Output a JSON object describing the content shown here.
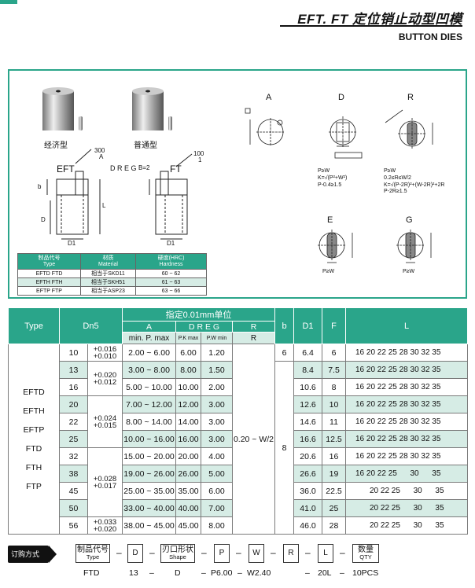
{
  "header": {
    "title": "EFT. FT 定位销止动型凹模",
    "subtitle": "BUTTON DIES"
  },
  "diagram": {
    "product_labels": [
      "经济型",
      "普通型"
    ],
    "eft_label": "EFT",
    "ft_label": "FT",
    "dreg": "D R E G",
    "eft_angle_top": "300",
    "eft_angle_sub": "A",
    "ft_angle_top": "100",
    "ft_angle_sub": "1",
    "b": "b",
    "b_eq2": "B=2",
    "l_dim": "L",
    "d_dim": "D",
    "d1": "D1",
    "shape_letters": [
      "A",
      "D",
      "R",
      "E",
      "G"
    ],
    "notes_d": [
      "P≥W",
      "K=√(P²+W²)",
      "P-0.4≥1.5"
    ],
    "notes_r": [
      "P≥W",
      "0.2≤R≤W/2",
      "K=√(P-2R)²+(W-2R)²+2R",
      "P-2R≥1.5"
    ],
    "notes_e": [
      "P≥W"
    ],
    "notes_g": [
      "P≥W"
    ]
  },
  "materials": {
    "headers": [
      [
        "制品代号",
        "Type"
      ],
      [
        "材质",
        "Material"
      ],
      [
        "硬度(HRC)",
        "Hardness"
      ]
    ],
    "rows": [
      [
        "EFTD FTD",
        "相当于SKD11",
        "60 ~ 62"
      ],
      [
        "EFTH FTH",
        "相当于SKH51",
        "61 ~ 63"
      ],
      [
        "EFTP FTP",
        "相当于ASP23",
        "63 ~ 66"
      ]
    ]
  },
  "spec": {
    "h_type": "Type",
    "h_dn5": "Dn5",
    "h_unit": "指定0.01mm单位",
    "h_a": "A",
    "h_dreg": "D R E G",
    "h_r": "R",
    "h_b": "b",
    "h_d1": "D1",
    "h_f": "F",
    "h_l": "L",
    "h_minpmax": "min. P. max",
    "h_pkmax": "P.K max",
    "h_pwmin": "P.W min",
    "h_r2": "R",
    "types": [
      "EFTD",
      "EFTH",
      "EFTP",
      "FTD",
      "FTH",
      "FTP"
    ],
    "r_range": "0.20 ~ W/2",
    "b_values": [
      "6",
      "8"
    ],
    "tolerances": [
      [
        "+0.016",
        "+0.010"
      ],
      [
        "+0.020",
        "+0.012"
      ],
      [
        "+0.024",
        "+0.015"
      ],
      [
        "+0.028",
        "+0.017"
      ],
      [
        "+0.033",
        "+0.020"
      ]
    ],
    "rows": [
      {
        "dn5": "10",
        "a": "2.00 ~ 6.00",
        "pk": "6.00",
        "pw": "1.20",
        "d1": "6.4",
        "f": "6",
        "l": "16 20 22 25 28 30 32 35"
      },
      {
        "dn5": "13",
        "a": "3.00 ~ 8.00",
        "pk": "8.00",
        "pw": "1.50",
        "d1": "8.4",
        "f": "7.5",
        "l": "16 20 22 25 28 30 32 35"
      },
      {
        "dn5": "16",
        "a": "5.00 ~ 10.00",
        "pk": "10.00",
        "pw": "2.00",
        "d1": "10.6",
        "f": "8",
        "l": "16 20 22 25 28 30 32 35"
      },
      {
        "dn5": "20",
        "a": "7.00 ~ 12.00",
        "pk": "12.00",
        "pw": "3.00",
        "d1": "12.6",
        "f": "10",
        "l": "16 20 22 25 28 30 32 35"
      },
      {
        "dn5": "22",
        "a": "8.00 ~ 14.00",
        "pk": "14.00",
        "pw": "3.00",
        "d1": "14.6",
        "f": "11",
        "l": "16 20 22 25 28 30 32 35"
      },
      {
        "dn5": "25",
        "a": "10.00 ~ 16.00",
        "pk": "16.00",
        "pw": "3.00",
        "d1": "16.6",
        "f": "12.5",
        "l": "16 20 22 25 28 30 32 35"
      },
      {
        "dn5": "32",
        "a": "15.00 ~ 20.00",
        "pk": "20.00",
        "pw": "4.00",
        "d1": "20.6",
        "f": "16",
        "l": "16 20 22 25 28 30 32 35"
      },
      {
        "dn5": "38",
        "a": "19.00 ~ 26.00",
        "pk": "26.00",
        "pw": "5.00",
        "d1": "26.6",
        "f": "19",
        "l": "16 20 22 25      30      35"
      },
      {
        "dn5": "45",
        "a": "25.00 ~ 35.00",
        "pk": "35.00",
        "pw": "6.00",
        "d1": "36.0",
        "f": "22.5",
        "l": "20 22 25      30      35"
      },
      {
        "dn5": "50",
        "a": "33.00 ~ 40.00",
        "pk": "40.00",
        "pw": "7.00",
        "d1": "41.0",
        "f": "25",
        "l": "20 22 25      30      35"
      },
      {
        "dn5": "56",
        "a": "38.00 ~ 45.00",
        "pk": "45.00",
        "pw": "8.00",
        "d1": "46.0",
        "f": "28",
        "l": "20 22 25      30      35"
      }
    ]
  },
  "order": {
    "button": "订购方式",
    "fields": [
      {
        "label": "制品代号",
        "sub": "Type"
      },
      {
        "label": "D",
        "sub": ""
      },
      {
        "label": "刃口形状",
        "sub": "Shape"
      },
      {
        "label": "P",
        "sub": ""
      },
      {
        "label": "W",
        "sub": ""
      },
      {
        "label": "R",
        "sub": ""
      },
      {
        "label": "L",
        "sub": ""
      },
      {
        "label": "数量",
        "sub": "QTY"
      }
    ],
    "example": [
      "FTD",
      "13",
      "D",
      "P6.00",
      "W2.40",
      "20L",
      "10PCS"
    ],
    "dash": "–"
  }
}
